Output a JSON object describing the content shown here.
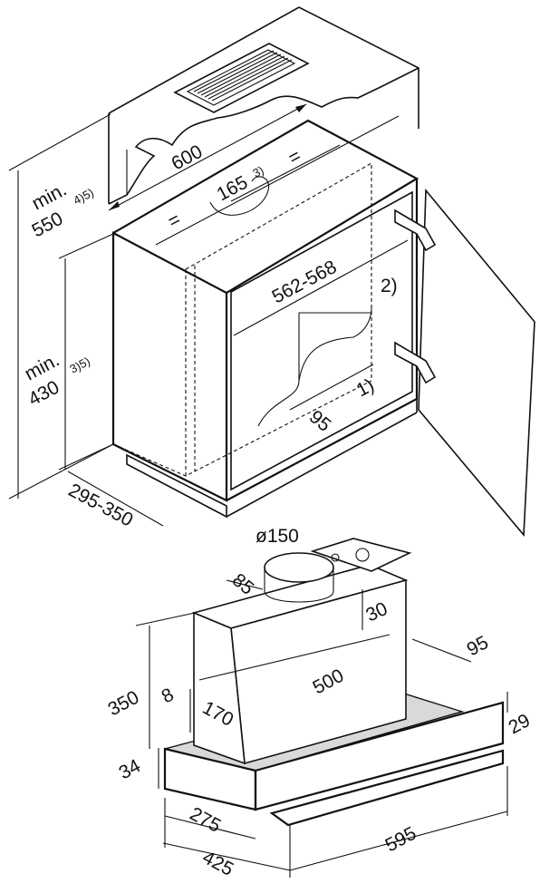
{
  "labels": {
    "wall_width": "600",
    "duct_offset": "165",
    "duct_offset_note": "3)",
    "equal_left": "=",
    "equal_right": "=",
    "min_label_top": "min.",
    "min_value_top": "550",
    "min_note_top": "4)5)",
    "min_label_mid": "min.",
    "min_value_mid": "430",
    "min_note_mid": "3)5)",
    "inner_width": "562-568",
    "note_2": "2)",
    "note_1": "1)",
    "inner_depth": "95",
    "cabinet_depth": "295-350",
    "duct_diameter": "ø150",
    "collar_offset": "85",
    "collar_height": "30",
    "hood_height": "350",
    "side_offset": "8",
    "box_width": "500",
    "front_offset": "95",
    "box_depth": "170",
    "trim_height": "29",
    "panel_height": "34",
    "panel_depth_inner": "275",
    "panel_depth_outer": "425",
    "panel_width": "595"
  }
}
